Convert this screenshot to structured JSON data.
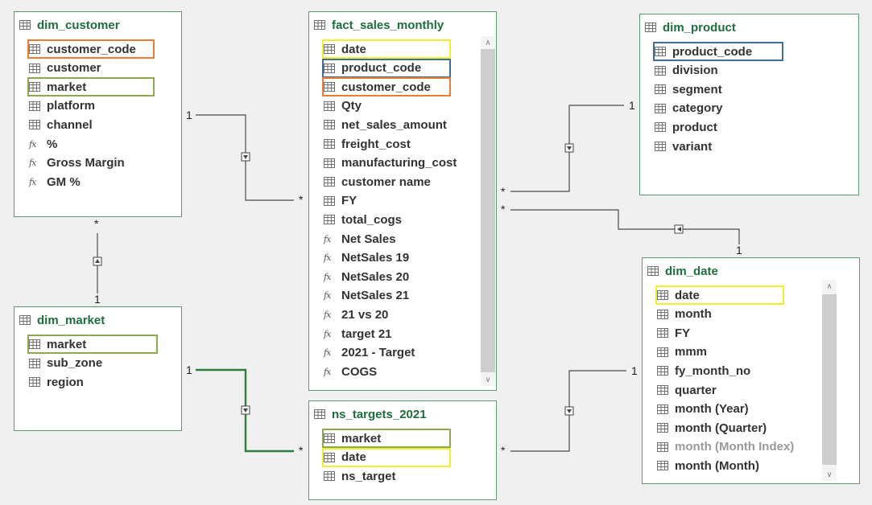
{
  "tables": {
    "dim_customer": {
      "title": "dim_customer",
      "fields": [
        {
          "label": "customer_code",
          "kind": "column"
        },
        {
          "label": "customer",
          "kind": "column"
        },
        {
          "label": "market",
          "kind": "column"
        },
        {
          "label": "platform",
          "kind": "column"
        },
        {
          "label": "channel",
          "kind": "column"
        },
        {
          "label": "%",
          "kind": "measure"
        },
        {
          "label": "Gross Margin",
          "kind": "measure"
        },
        {
          "label": "GM %",
          "kind": "measure"
        }
      ]
    },
    "fact_sales_monthly": {
      "title": "fact_sales_monthly",
      "fields": [
        {
          "label": "date",
          "kind": "column"
        },
        {
          "label": "product_code",
          "kind": "column"
        },
        {
          "label": "customer_code",
          "kind": "column"
        },
        {
          "label": "Qty",
          "kind": "column"
        },
        {
          "label": "net_sales_amount",
          "kind": "column"
        },
        {
          "label": "freight_cost",
          "kind": "column"
        },
        {
          "label": "manufacturing_cost",
          "kind": "column"
        },
        {
          "label": "customer name",
          "kind": "column"
        },
        {
          "label": "FY",
          "kind": "column"
        },
        {
          "label": "total_cogs",
          "kind": "column"
        },
        {
          "label": "Net Sales",
          "kind": "measure"
        },
        {
          "label": "NetSales 19",
          "kind": "measure"
        },
        {
          "label": "NetSales 20",
          "kind": "measure"
        },
        {
          "label": "NetSales 21",
          "kind": "measure"
        },
        {
          "label": "21 vs 20",
          "kind": "measure"
        },
        {
          "label": "target 21",
          "kind": "measure"
        },
        {
          "label": "2021 - Target",
          "kind": "measure"
        },
        {
          "label": "COGS",
          "kind": "measure"
        }
      ]
    },
    "dim_product": {
      "title": "dim_product",
      "fields": [
        {
          "label": "product_code",
          "kind": "column"
        },
        {
          "label": "division",
          "kind": "column"
        },
        {
          "label": "segment",
          "kind": "column"
        },
        {
          "label": "category",
          "kind": "column"
        },
        {
          "label": "product",
          "kind": "column"
        },
        {
          "label": "variant",
          "kind": "column"
        }
      ]
    },
    "dim_market": {
      "title": "dim_market",
      "fields": [
        {
          "label": "market",
          "kind": "column"
        },
        {
          "label": "sub_zone",
          "kind": "column"
        },
        {
          "label": "region",
          "kind": "column"
        }
      ]
    },
    "ns_targets_2021": {
      "title": "ns_targets_2021",
      "fields": [
        {
          "label": "market",
          "kind": "column"
        },
        {
          "label": "date",
          "kind": "column"
        },
        {
          "label": "ns_target",
          "kind": "column"
        }
      ]
    },
    "dim_date": {
      "title": "dim_date",
      "fields": [
        {
          "label": "date",
          "kind": "column"
        },
        {
          "label": "month",
          "kind": "column"
        },
        {
          "label": "FY",
          "kind": "column"
        },
        {
          "label": "mmm",
          "kind": "column"
        },
        {
          "label": "fy_month_no",
          "kind": "column"
        },
        {
          "label": "quarter",
          "kind": "column"
        },
        {
          "label": "month (Year)",
          "kind": "column"
        },
        {
          "label": "month (Quarter)",
          "kind": "column"
        },
        {
          "label": "month (Month Index)",
          "kind": "column"
        },
        {
          "label": "month (Month)",
          "kind": "column"
        }
      ]
    }
  },
  "relationships": [
    {
      "name": "customer_to_sales",
      "one": "1",
      "many": "*"
    },
    {
      "name": "product_to_sales",
      "one": "1",
      "many": "*"
    },
    {
      "name": "date_to_sales",
      "one": "1",
      "many": "*"
    },
    {
      "name": "market_to_customer",
      "one": "1",
      "many": "*"
    },
    {
      "name": "market_to_targets",
      "one": "1",
      "many": "*"
    },
    {
      "name": "date_to_targets",
      "one": "1",
      "many": "*"
    }
  ],
  "colors": {
    "border": "#5b9a6e",
    "title": "#1d6e3a",
    "line": "#4a4a4a",
    "line_selected": "#2e7d3e",
    "hl_orange": "#ed7d31",
    "hl_green": "#8aaa4b",
    "hl_yellow": "#f2ee2e",
    "hl_blue": "#3d6e9e"
  },
  "icons": {
    "column": "table-grid-icon",
    "measure": "fx-measure-icon"
  }
}
